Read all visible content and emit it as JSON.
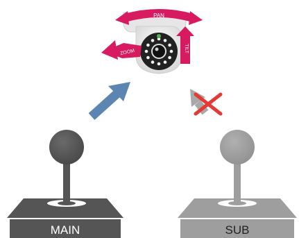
{
  "camera": {
    "pan_label": "PAN",
    "tilt_label": "TILT",
    "zoom_label": "ZOOM"
  },
  "controllers": {
    "main_label": "MAIN",
    "sub_label": "SUB"
  },
  "links": {
    "main_status": "allowed",
    "sub_status": "blocked"
  },
  "colors": {
    "accent_magenta": "#d81b60",
    "main_arrow": "#5b86b1",
    "blocked_arrow": "#a8a8a8",
    "blocked_cross": "#e53935",
    "main_controller": "#555555",
    "sub_controller": "#9e9e9e",
    "camera_body": "#ececec",
    "camera_lens": "#222222",
    "led_indicator": "#4caf50"
  }
}
